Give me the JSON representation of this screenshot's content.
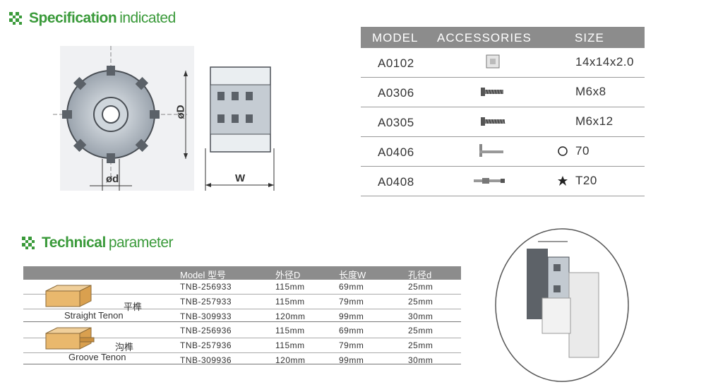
{
  "spec_section": {
    "title_bold": "Specification",
    "title_light": "indicated"
  },
  "tech_section": {
    "title_bold": "Technical",
    "title_light": "parameter"
  },
  "drawing": {
    "label_outer": "øD",
    "label_bore": "ød",
    "label_width": "W"
  },
  "accessories": {
    "headers": [
      "MODEL",
      "ACCESSORIES",
      "SIZE"
    ],
    "rows": [
      {
        "model": "A0102",
        "icon": "square-insert-icon",
        "symbol": "",
        "size": "14x14x2.0"
      },
      {
        "model": "A0306",
        "icon": "screw-icon",
        "symbol": "",
        "size": "M6x8"
      },
      {
        "model": "A0305",
        "icon": "screw-icon",
        "symbol": "",
        "size": "M6x12"
      },
      {
        "model": "A0406",
        "icon": "hex-key-icon",
        "symbol": "circle-icon",
        "size": "70"
      },
      {
        "model": "A0408",
        "icon": "torx-bit-icon",
        "symbol": "star-icon",
        "size": "T20"
      }
    ]
  },
  "tech_table": {
    "headers": [
      "Model 型号",
      "外径D",
      "长度W",
      "孔径d"
    ],
    "groups": [
      {
        "name_cn": "平榫",
        "name_en": "Straight Tenon",
        "rows": [
          [
            "TNB-256933",
            "115mm",
            "69mm",
            "25mm"
          ],
          [
            "TNB-257933",
            "115mm",
            "79mm",
            "25mm"
          ],
          [
            "TNB-309933",
            "120mm",
            "99mm",
            "30mm"
          ]
        ]
      },
      {
        "name_cn": "沟榫",
        "name_en": "Groove Tenon",
        "rows": [
          [
            "TNB-256936",
            "115mm",
            "69mm",
            "25mm"
          ],
          [
            "TNB-257936",
            "115mm",
            "79mm",
            "25mm"
          ],
          [
            "TNB-309936",
            "120mm",
            "99mm",
            "30mm"
          ]
        ]
      }
    ]
  },
  "colors": {
    "accent_green": "#3a9a3a",
    "header_gray": "#8c8c8c"
  }
}
